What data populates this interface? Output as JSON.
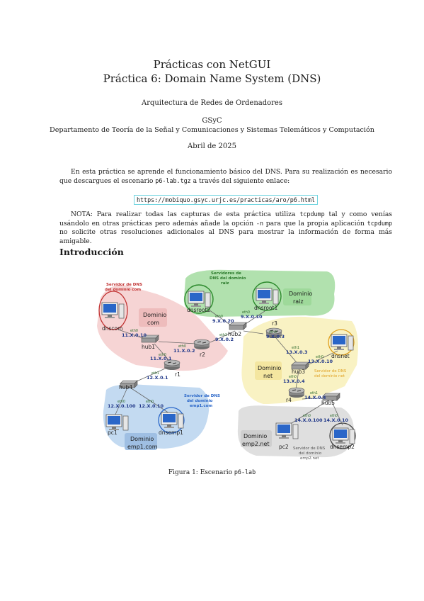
{
  "header": {
    "title_line1": "Prácticas con NetGUI",
    "title_line2": "Práctica 6: Domain Name System (DNS)",
    "course": "Arquitectura de Redes de Ordenadores",
    "org": "GSyC",
    "department": "Departamento de Teoría de la Señal y Comunicaciones y Sistemas Telemáticos y Computación",
    "date": "Abril de 2025"
  },
  "intro_paragraph": {
    "part1": "En esta práctica se aprende el funcionamiento básico del DNS. Para su realización es necesario que descargues el escenario ",
    "file": "p6-lab.tgz",
    "part2": " a través del siguiente enlace:"
  },
  "link": "https://mobiquo.gsyc.urjc.es/practicas/aro/p6.html",
  "note_paragraph": {
    "part1": "NOTA: Para realizar todas las capturas de esta práctica utiliza ",
    "cmd1": "tcpdump",
    "part2": " tal y como venías usándolo en otras prácticas pero además añade la opción ",
    "opt": "-n",
    "part3": " para que la propia aplicación ",
    "cmd2": "tcpdump",
    "part4": " no solicite otras resoluciones adicionales al DNS para mostrar la información de forma más amigable."
  },
  "section_title": "Introducción",
  "figure": {
    "caption_prefix": "Figura 1: Escenario ",
    "caption_code": "p6-lab",
    "zones": {
      "raiz": {
        "label1": "Dominio",
        "label2": "raiz",
        "server_label1": "Servidores de",
        "server_label2": "DNS del dominio",
        "server_label3": "raiz",
        "color": "#9ed99a"
      },
      "com": {
        "label1": "Dominio",
        "label2": "com",
        "server_label1": "Servidor de DNS",
        "server_label2": "del dominio com",
        "color": "#f4c9c9"
      },
      "net": {
        "label1": "Dominio",
        "label2": "net",
        "server_label1": "Servidor de DNS",
        "server_label2": "del dominio net",
        "color": "#f8f0b8"
      },
      "emp1": {
        "label1": "Dominio",
        "label2": "emp1.com",
        "server_label1": "Servidor de DNS",
        "server_label2": "del dominio",
        "server_label3": "emp1.com",
        "color": "#b9d3ee"
      },
      "emp2": {
        "label1": "Dominio",
        "label2": "emp2.net",
        "server_label1": "Servidor de DNS",
        "server_label2": "del dominio",
        "server_label3": "emp2.net",
        "color": "#dcdcdc"
      }
    },
    "nodes": {
      "dnsroot2": "dnsroot2",
      "dnsroot1": "dnsroot1",
      "dnscom": "dnscom",
      "hub1": "hub1",
      "hub2": "hub2",
      "hub3": "hub3",
      "hub4": "hub4",
      "hub5": "hub5",
      "r1": "r1",
      "r2": "r2",
      "r3": "r3",
      "r4": "r4",
      "dnsnet": "dnsnet",
      "pc1": "pc1",
      "dnsemp1": "dnsemp1",
      "pc2": "pc2",
      "dnsemp2": "dnsemp2"
    },
    "addresses": {
      "root2_ip": "9.X.0.20",
      "root1_ip": "9.X.0.10",
      "r2_hub2_ip": "9.X.0.2",
      "r3_hub2_ip": "9.X.0.3",
      "dnscom_ip": "11.X.0.10",
      "r2_hub1_ip": "11.X.0.2",
      "r1_hub1_ip": "11.X.0.1",
      "r1_hub4_ip": "12.X.0.1",
      "pc1_ip": "12.X.0.100",
      "dnsemp1_ip": "12.X.0.10",
      "r3_hub3_ip": "13.X.0.3",
      "dnsnet_ip": "13.X.0.10",
      "r4_hub3_ip": "13.X.0.4",
      "r4_hub5_ip": "14.X.0.4",
      "pc2_ip": "14.X.0.100",
      "dnsemp2_ip": "14.X.0.10"
    },
    "ifaces": {
      "eth0": "eth0",
      "eth1": "eth1"
    }
  }
}
